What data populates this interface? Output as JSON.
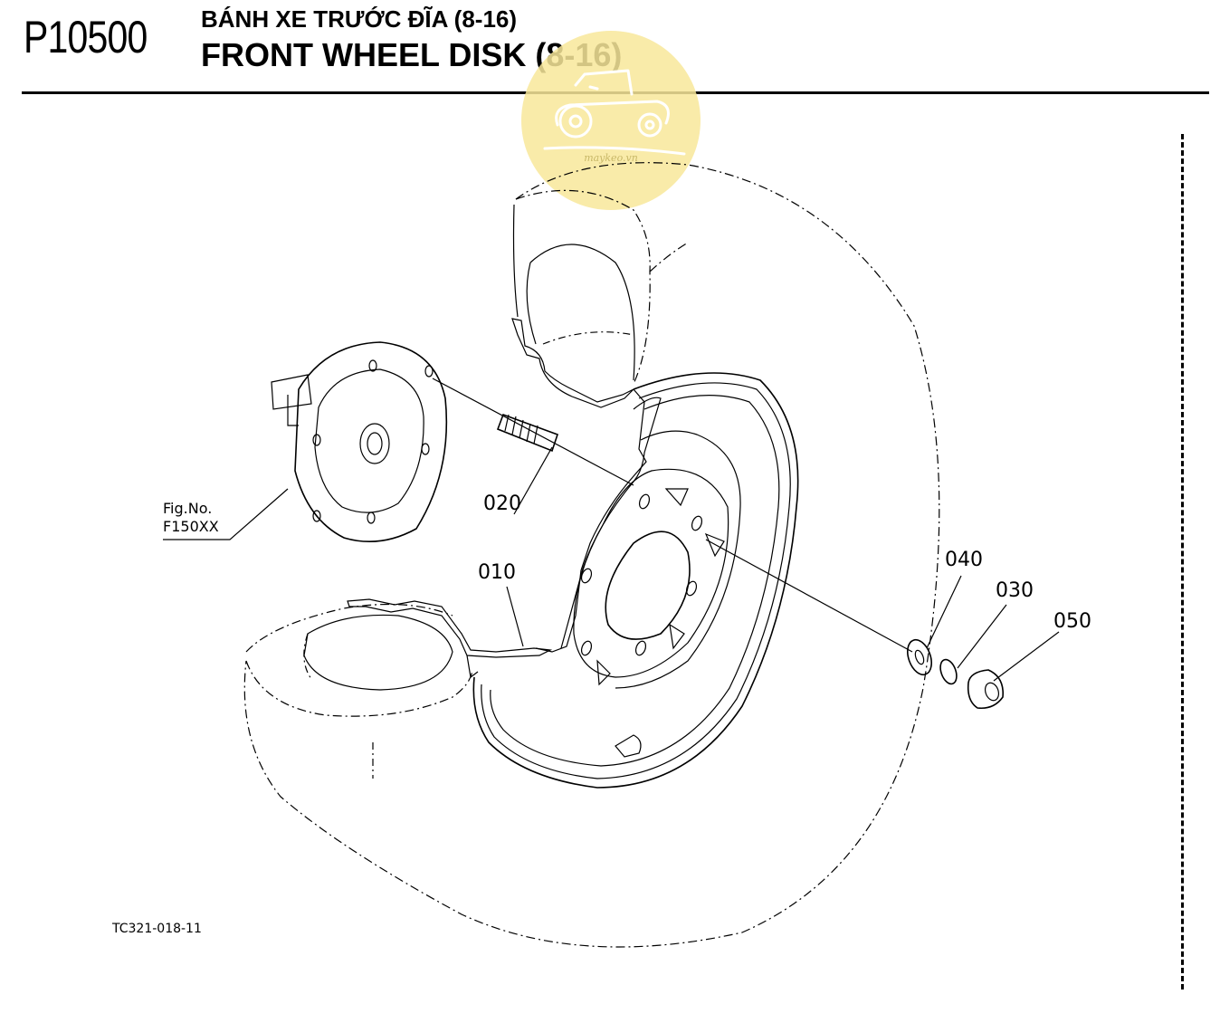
{
  "header": {
    "code": "P10500",
    "title_vi": "BÁNH XE TRƯỚC ĐĨA (8-16)",
    "title_en": "FRONT WHEEL DISK (8-16)"
  },
  "watermark": {
    "text": "maykeo.vn",
    "color": "#f8e79a"
  },
  "parts": {
    "p010": "010",
    "p020": "020",
    "p030": "030",
    "p040": "040",
    "p050": "050"
  },
  "reference": {
    "line1": "Fig.No.",
    "line2": "F150XX"
  },
  "drawing_code": "TC321-018-11"
}
